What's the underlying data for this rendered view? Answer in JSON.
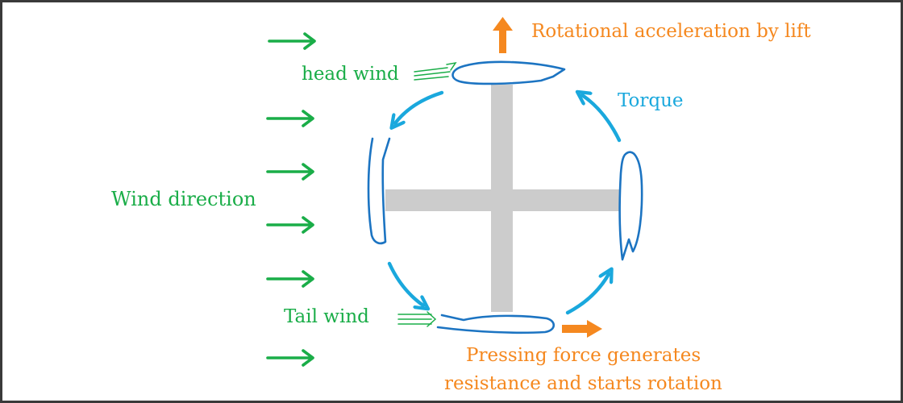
{
  "labels": {
    "wind_direction": "Wind direction",
    "head_wind": "head wind",
    "tail_wind": "Tail wind",
    "torque": "Torque",
    "lift_acceleration": "Rotational acceleration by lift",
    "pressing_force_line1": "Pressing force generates",
    "pressing_force_line2": "resistance and starts rotation"
  },
  "colors": {
    "wind_green": "#1aad48",
    "force_orange": "#f5881f",
    "torque_blue": "#1aa8dd",
    "blade_blue": "#1c74c2",
    "hub_gray": "#cccccc",
    "frame": "#3a3a3a"
  },
  "icons": {
    "wind_arrow": "right-arrow-icon",
    "lift_arrow": "up-arrow-icon",
    "pressing_arrow": "right-arrow-icon",
    "torque_arrow": "curved-arrow-icon"
  }
}
